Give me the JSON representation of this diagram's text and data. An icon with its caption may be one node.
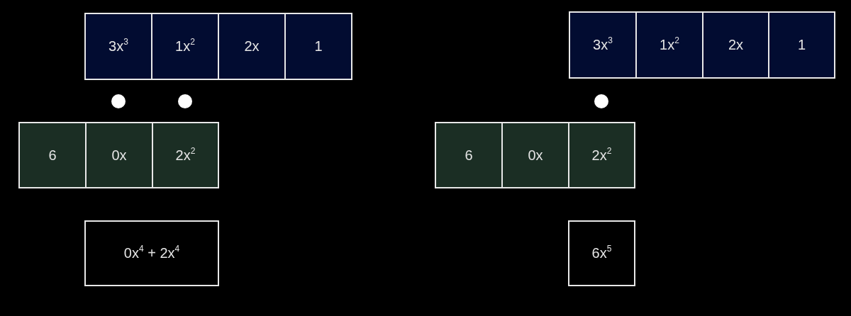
{
  "diagram": {
    "nodes": [
      {
        "text": [
          "3x$^{3}$"
        ]
      },
      {
        "text": [
          "1x$^{2}$"
        ]
      },
      {
        "text": [
          "2x"
        ]
      },
      {
        "text": [
          "1"
        ]
      },
      {
        "text": [
          "6"
        ]
      },
      {
        "text": [
          "0x"
        ]
      },
      {
        "text": [
          "2x$^{2}$"
        ]
      },
      {
        "text": [
          "0x$^{4}$ + 2x$^{4}$"
        ]
      },
      {
        "text": [
          "3x$^{3}$"
        ]
      },
      {
        "text": [
          "1x$^{2}$"
        ]
      },
      {
        "text": [
          "2x"
        ]
      },
      {
        "text": [
          "1"
        ]
      },
      {
        "text": [
          "6"
        ]
      },
      {
        "text": [
          "0x"
        ]
      },
      {
        "text": [
          "2x$^{2}$"
        ]
      },
      {
        "text": [
          "6x$^{5}$"
        ]
      }
    ]
  }
}
